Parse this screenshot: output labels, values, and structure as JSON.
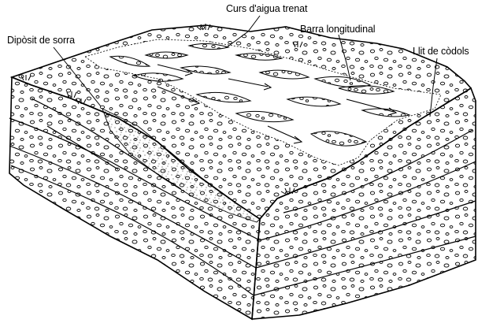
{
  "labels": {
    "curs": "Curs d'aigua trenat",
    "diposit": "Dipòsit de sorra",
    "barra": "Barra longitudinal",
    "llit": "Llit de còdols"
  }
}
